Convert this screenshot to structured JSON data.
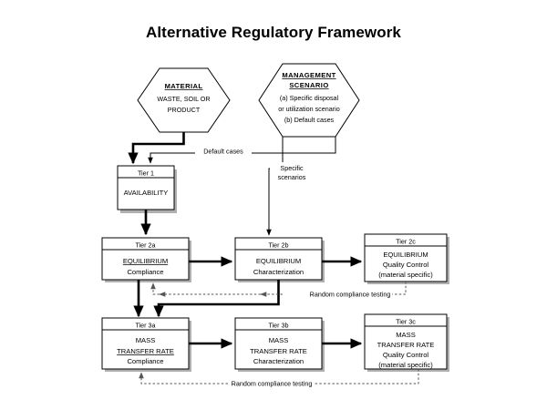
{
  "page": {
    "title": "Alternative Regulatory Framework",
    "background_color": "#ffffff",
    "line_color": "#000000",
    "dashed_line_color": "#555555",
    "shadow_color": "#b0b0b0"
  },
  "inputs": {
    "material": {
      "title": "MATERIAL",
      "line1": "WASTE, SOIL OR",
      "line2": "PRODUCT"
    },
    "scenario": {
      "title_line1": "MANAGEMENT",
      "title_line2": "SCENARIO",
      "line1": "(a) Specific disposal",
      "line2": "or utilization scenario",
      "line3": "(b) Default cases"
    }
  },
  "connector_labels": {
    "default_cases": "Default cases",
    "specific_scenarios_line1": "Specific",
    "specific_scenarios_line2": "scenarios",
    "random_testing_tier2": "Random compliance testing",
    "random_testing_tier3": "Random compliance testing"
  },
  "tiers": {
    "tier1": {
      "header": "Tier 1",
      "lines": [
        "AVAILABILITY"
      ]
    },
    "tier2a": {
      "header": "Tier 2a",
      "lines": [
        "EQUILIBRIUM",
        "Compliance"
      ]
    },
    "tier2b": {
      "header": "Tier 2b",
      "lines": [
        "EQUILIBRIUM",
        "Characterization"
      ]
    },
    "tier2c": {
      "header": "Tier 2c",
      "lines": [
        "EQUILIBRIUM",
        "Quality Control",
        "(material specific)"
      ]
    },
    "tier3a": {
      "header": "Tier 3a",
      "lines": [
        "MASS",
        "TRANSFER RATE",
        "Compliance"
      ]
    },
    "tier3b": {
      "header": "Tier 3b",
      "lines": [
        "MASS",
        "TRANSFER RATE",
        "Characterization"
      ]
    },
    "tier3c": {
      "header": "Tier 3c",
      "lines": [
        "MASS",
        "TRANSFER RATE",
        "Quality Control",
        "(material specific)"
      ]
    }
  }
}
